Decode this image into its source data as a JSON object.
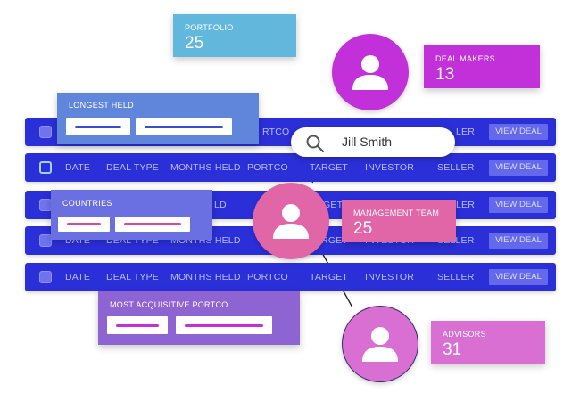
{
  "cards": {
    "portfolio": {
      "label": "PORTFOLIO",
      "value": "25"
    },
    "deal_makers": {
      "label": "DEAL MAKERS",
      "value": "13"
    },
    "longest_held": {
      "label": "LONGEST HELD"
    },
    "countries": {
      "label": "COUNTRIES"
    },
    "management_team": {
      "label": "MANAGEMENT TEAM",
      "value": "25"
    },
    "most_acquisitive": {
      "label": "MOST ACQUISITIVE PORTCO"
    },
    "advisors": {
      "label": "ADVISORS",
      "value": "31"
    }
  },
  "search": {
    "value": "Jill Smith",
    "icon": "search-icon"
  },
  "table": {
    "columns": {
      "date": "DATE",
      "deal_type": "DEAL TYPE",
      "months_held": "MONTHS HELD",
      "portco": "PORTCO",
      "target": "TARGET",
      "investor": "INVESTOR",
      "seller": "SELLER",
      "seller_partial": "LER",
      "portco_partial": "RTCO",
      "held_partial": "LD",
      "target_partial": "GET"
    },
    "action_label": "VIEW DEAL"
  },
  "colors": {
    "row": "#2b2fd8",
    "portfolio": "#62b7dd",
    "deal_makers": "#c230d9",
    "longest_held": "#5f86db",
    "countries": "#6a6fe1",
    "management_team": "#e166a8",
    "most_acquisitive": "#8e63d2",
    "advisors": "#d96fd3"
  }
}
